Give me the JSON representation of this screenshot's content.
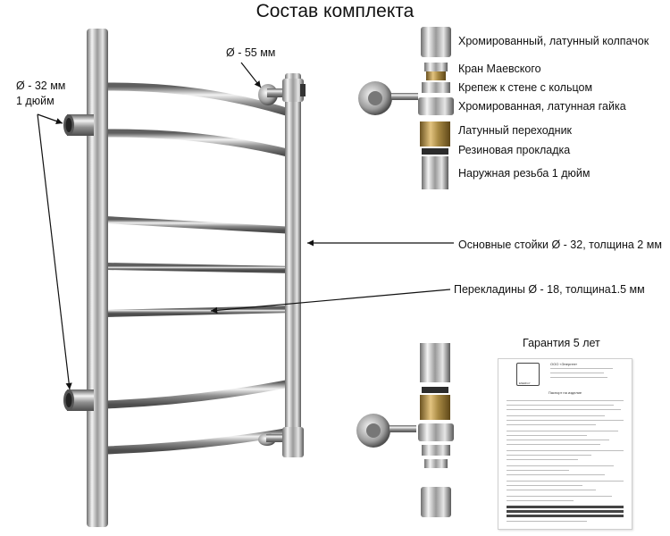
{
  "title": "Состав комплекта",
  "labels": {
    "pipe_diameter": "Ø - 32 мм",
    "pipe_thread": "1 дюйм",
    "flange_diameter": "Ø - 55 мм",
    "cap": "Хромированный, латунный колпачок",
    "mayevsky_valve": "Кран Маевского",
    "wall_mount": "Крепеж к стене с кольцом",
    "nut": "Хромированная, латунная гайка",
    "adapter": "Латунный переходник",
    "gasket": "Резиновая прокладка",
    "thread": "Наружная резьба 1 дюйм",
    "main_posts": "Основные стойки Ø - 32, толщина 2 мм",
    "crossbars": "Перекладины Ø - 18, толщина1.5 мм",
    "warranty": "Гарантия 5 лет"
  },
  "document": {
    "company": "ООО «Энерген»",
    "logo_text": "ENERGY",
    "heading": "Паспорт на изделие"
  }
}
